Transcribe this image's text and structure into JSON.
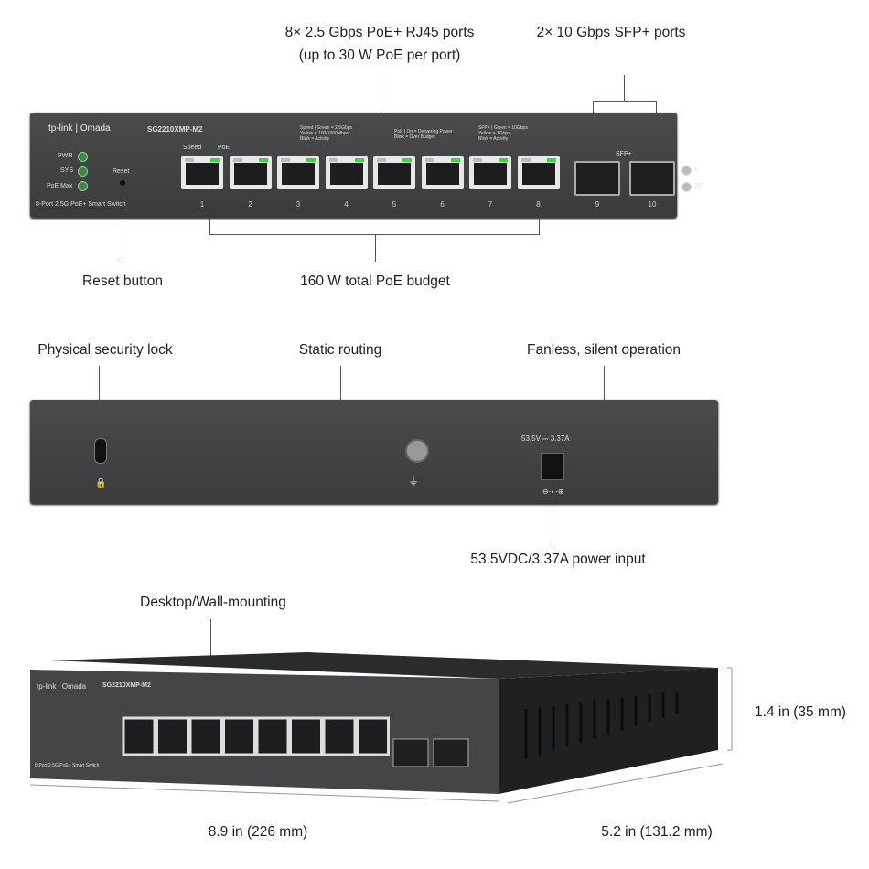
{
  "callouts": {
    "rj45": "8× 2.5 Gbps PoE+ RJ45 ports",
    "rj45_sub": "(up to 30 W PoE per port)",
    "sfp": "2× 10 Gbps SFP+ ports",
    "reset": "Reset button",
    "budget": "160 W total PoE budget",
    "lock": "Physical security lock",
    "routing": "Static routing",
    "fanless": "Fanless, silent operation",
    "power": "53.5VDC/3.37A power input",
    "mount": "Desktop/Wall-mounting",
    "height": "1.4 in (35 mm)",
    "width": "8.9 in (226 mm)",
    "depth": "5.2 in (131.2 mm)"
  },
  "front": {
    "brand": "tp-link | Omada",
    "model": "SG2210XMP-M2",
    "leds": [
      "PWR",
      "SYS",
      "PoE Max"
    ],
    "reset": "Reset",
    "desc": "8-Port 2.5G PoE+ Smart Switch",
    "speed": "Speed",
    "poe": "PoE",
    "legend_speed": [
      "Speed",
      "Green = 2.5Gbps",
      "Yellow = 100/1000Mbps",
      "Blink = Activity"
    ],
    "legend_poe": [
      "PoE",
      "On = Delivering Power",
      "Blink = Over Budget"
    ],
    "legend_sfp": [
      "SFP+",
      "Green = 10Gbps",
      "Yellow = 1Gbps",
      "Blink = Activity"
    ],
    "ports": [
      "1",
      "2",
      "3",
      "4",
      "5",
      "6",
      "7",
      "8"
    ],
    "sfp_label": "SFP+",
    "sfp_ports": [
      "9",
      "10"
    ]
  },
  "rear": {
    "power_rating": "53.5V ⎓ 3.37A"
  }
}
